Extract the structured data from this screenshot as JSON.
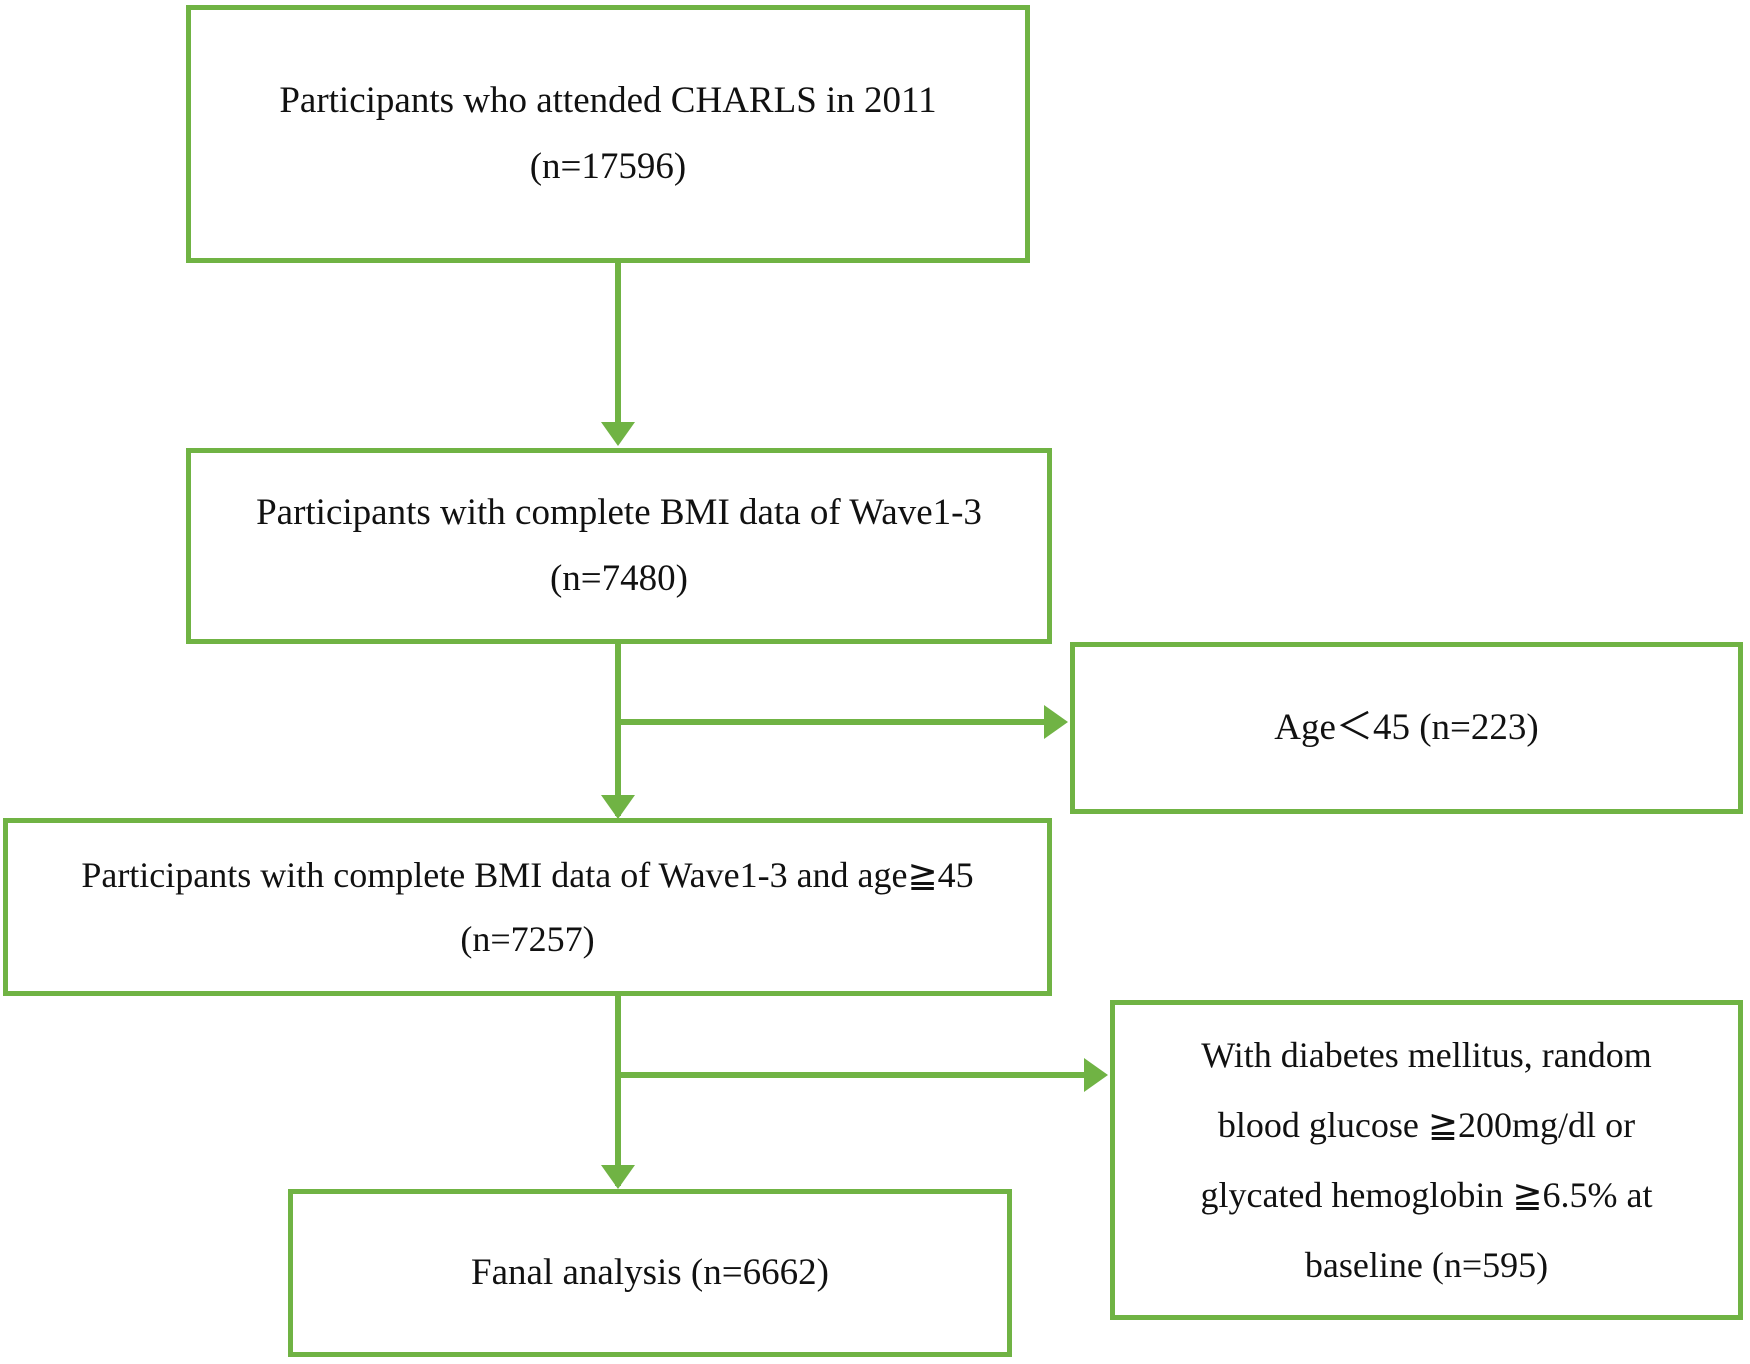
{
  "figure": {
    "type": "flowchart",
    "orientation": "top-to-bottom",
    "accent_color": "#70b344",
    "text_color": "#111111",
    "background_color": "#ffffff"
  },
  "nodes": [
    {
      "id": "node-participants-2011",
      "lines": [
        "Participants who attended CHARLS in 2011",
        "(n=17596)"
      ],
      "count": "17596"
    },
    {
      "id": "node-complete-bmi",
      "lines": [
        "Participants with complete BMI data of Wave1-3",
        "(n=7480)"
      ],
      "count": "7480"
    },
    {
      "id": "node-excluded-age",
      "lines": [
        "Age＜45 (n=223)"
      ],
      "count": "223"
    },
    {
      "id": "node-complete-bmi-age",
      "lines": [
        "Participants with complete BMI data of Wave1-3 and age≧45",
        "(n=7257)"
      ],
      "count": "7257"
    },
    {
      "id": "node-excluded-diabetes",
      "lines": [
        "With diabetes mellitus, random",
        "blood glucose ≧200mg/dl or",
        "glycated hemoglobin ≧6.5% at",
        "baseline (n=595)"
      ],
      "count": "595"
    },
    {
      "id": "node-final-analysis",
      "lines": [
        "Fanal analysis (n=6662)"
      ],
      "count": "6662"
    }
  ],
  "edges": [
    {
      "id": "edge-1-to-2",
      "from": "node-participants-2011",
      "to": "node-complete-bmi",
      "kind": "down-arrow"
    },
    {
      "id": "edge-2-to-excluded-age",
      "from": "node-complete-bmi",
      "to": "node-excluded-age",
      "kind": "right-arrow"
    },
    {
      "id": "edge-2-to-3",
      "from": "node-complete-bmi",
      "to": "node-complete-bmi-age",
      "kind": "down-arrow"
    },
    {
      "id": "edge-3-to-excluded-diabetes",
      "from": "node-complete-bmi-age",
      "to": "node-excluded-diabetes",
      "kind": "right-arrow"
    },
    {
      "id": "edge-3-to-final",
      "from": "node-complete-bmi-age",
      "to": "node-final-analysis",
      "kind": "down-arrow"
    }
  ]
}
